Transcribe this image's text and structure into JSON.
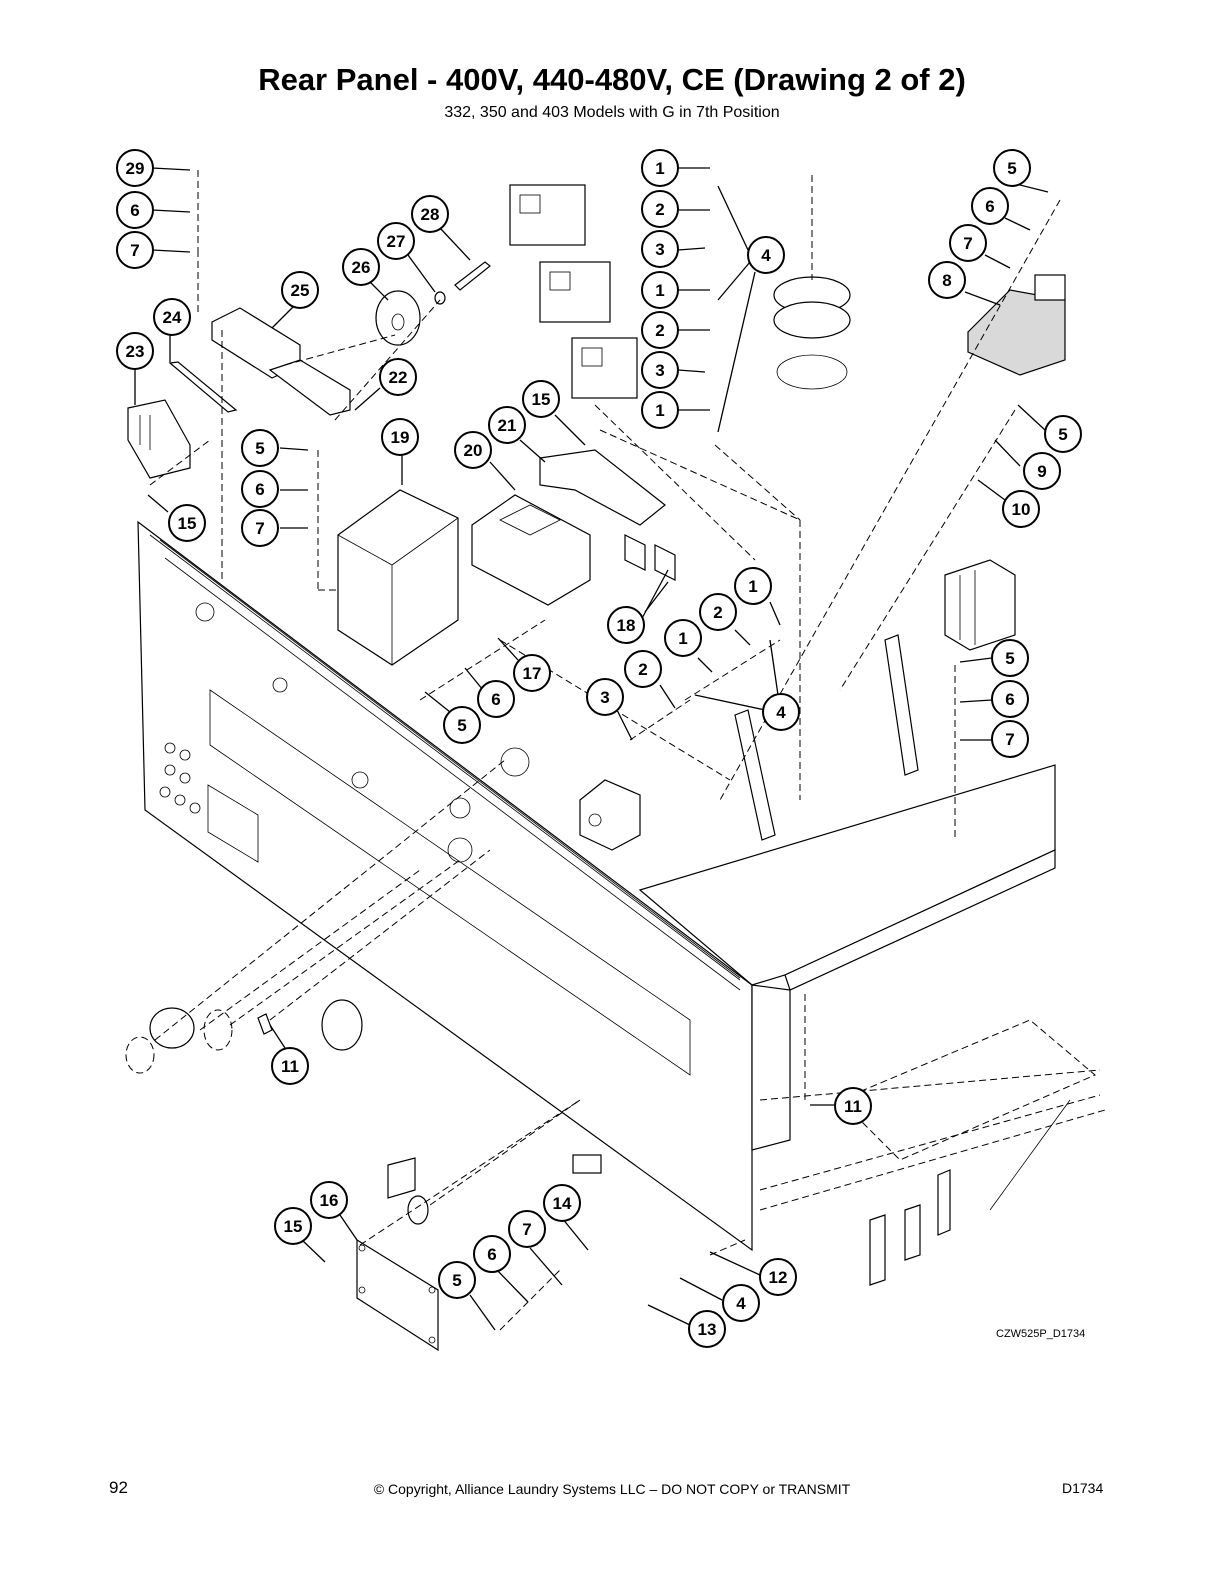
{
  "header": {
    "title": "Rear Panel - 400V, 440-480V, CE (Drawing 2 of 2)",
    "subtitle": "332, 350 and 403 Models with G in 7th Position"
  },
  "diagram": {
    "drawing_code": "CZW525P_D1734",
    "callouts": [
      "29",
      "6",
      "7",
      "28",
      "27",
      "26",
      "25",
      "24",
      "23",
      "22",
      "15",
      "5",
      "6",
      "7",
      "19",
      "20",
      "21",
      "15",
      "1",
      "2",
      "3",
      "1",
      "2",
      "3",
      "1",
      "4",
      "5",
      "6",
      "7",
      "8",
      "5",
      "9",
      "10",
      "18",
      "1",
      "2",
      "1",
      "2",
      "3",
      "4",
      "17",
      "6",
      "5",
      "5",
      "6",
      "7",
      "11",
      "11",
      "16",
      "15",
      "14",
      "7",
      "6",
      "5",
      "12",
      "4",
      "13"
    ]
  },
  "footer": {
    "page_number": "92",
    "copyright": "© Copyright, Alliance Laundry Systems LLC – DO NOT COPY or TRANSMIT",
    "doc_code": "D1734"
  }
}
